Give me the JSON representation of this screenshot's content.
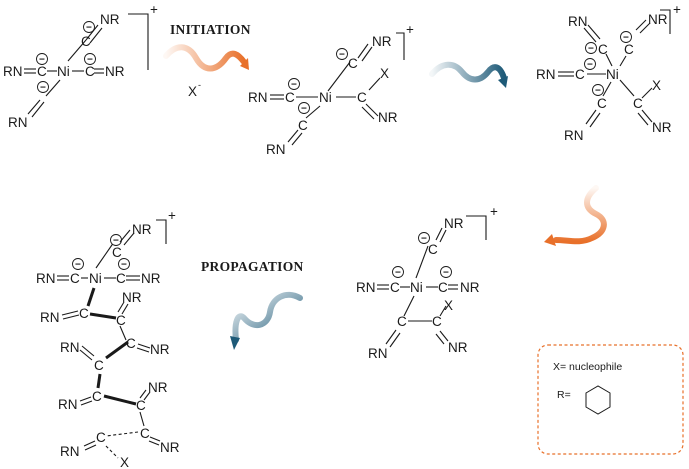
{
  "labels": {
    "initiation": "INITIATION",
    "propagation": "PROPAGATION",
    "nucleophile_reagent": "X",
    "nucleophile_charge": "-",
    "charge": "+",
    "ni": "Ni",
    "nr": "NR",
    "rn": "RN",
    "c": "C",
    "x": "X"
  },
  "legend": {
    "x_def": "X= nucleophile",
    "r_def": "R="
  },
  "colors": {
    "orange": "#e8702a",
    "blue": "#1e5a78"
  }
}
